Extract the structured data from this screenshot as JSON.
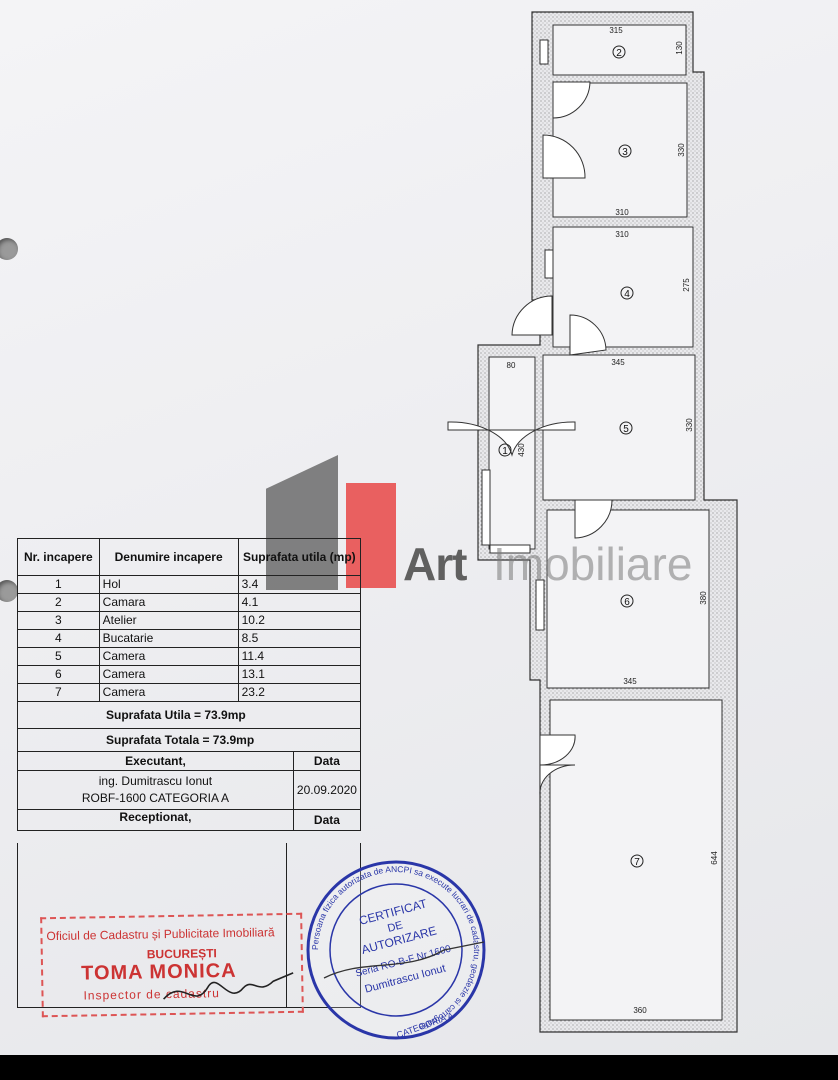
{
  "plan": {
    "room_numbers": [
      "1",
      "2",
      "3",
      "4",
      "5",
      "6",
      "7"
    ],
    "dimensions": {
      "r2_width": "315",
      "r2_height": "130",
      "r3_height": "330",
      "r3_width_bottom": "310",
      "r4_width_top": "310",
      "r4_height": "275",
      "r1_width": "80",
      "r1_height": "430",
      "r5_width": "345",
      "r5_height": "330",
      "r6_width": "345",
      "r6_height": "380",
      "r7_height": "644",
      "r7_width": "360"
    }
  },
  "watermark": {
    "word1": "Art",
    "word2": "Imobiliare"
  },
  "table": {
    "headers": {
      "nr": "Nr. incapere",
      "name": "Denumire incapere",
      "area": "Suprafata utila (mp)"
    },
    "rows": [
      {
        "nr": "1",
        "name": "Hol",
        "area": "3.4"
      },
      {
        "nr": "2",
        "name": "Camara",
        "area": "4.1"
      },
      {
        "nr": "3",
        "name": "Atelier",
        "area": "10.2"
      },
      {
        "nr": "4",
        "name": "Bucatarie",
        "area": "8.5"
      },
      {
        "nr": "5",
        "name": "Camera",
        "area": "11.4"
      },
      {
        "nr": "6",
        "name": "Camera",
        "area": "13.1"
      },
      {
        "nr": "7",
        "name": "Camera",
        "area": "23.2"
      }
    ],
    "total_useful": "Suprafata Utila = 73.9mp",
    "total_area": "Suprafata Totala = 73.9mp",
    "executant_label": "Executant,",
    "data_label": "Data",
    "executant_name": "ing. Dumitrascu Ionut",
    "executant_reg": "ROBF-1600 CATEGORIA A",
    "executant_date": "20.09.2020",
    "receptionat_label": "Receptionat,",
    "data_label2": "Data"
  },
  "red_stamp": {
    "line1": "Oficiul de Cadastru și Publicitate Imobiliară",
    "line2": "BUCUREȘTI",
    "line3": "TOMA MONICA",
    "line4": "Inspector de cadastru"
  },
  "blue_stamp": {
    "ring": "Persoana fizica autorizata de ANCPI sa execute lucrari de cadastru, geodezie si cartografie",
    "l1": "CERTIFICAT",
    "l2": "DE",
    "l3": "AUTORIZARE",
    "l4": "Seria RO-B-F Nr.1600",
    "l5": "Dumitrascu Ionut",
    "l6": "CATEGORIA A"
  }
}
